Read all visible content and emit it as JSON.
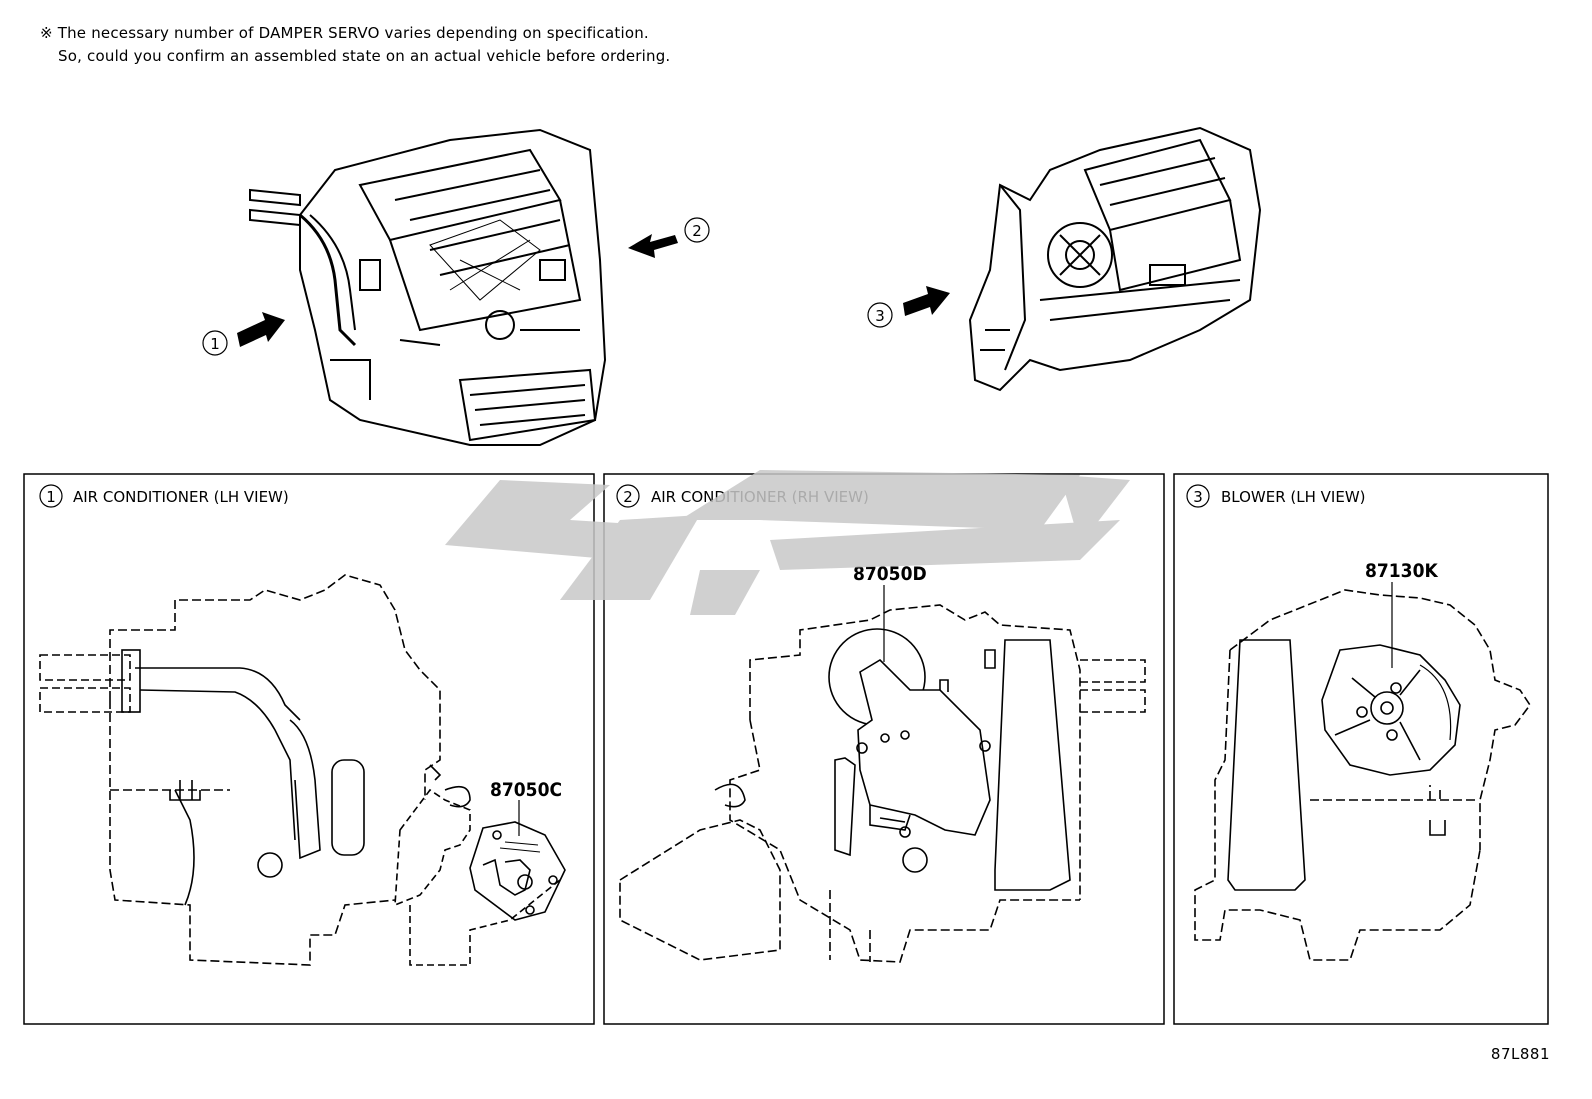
{
  "note": {
    "line1": "※ The necessary number of DAMPER SERVO varies depending on specification.",
    "line2": "So, could you confirm an assembled state on an actual vehicle before ordering."
  },
  "overview": {
    "callout_1": "1",
    "callout_2": "2",
    "callout_3": "3"
  },
  "panels": [
    {
      "num": "1",
      "title": "AIR CONDITIONER (LH VIEW)",
      "part": "87050C"
    },
    {
      "num": "2",
      "title": "AIR CONDITIONER (RH VIEW)",
      "part": "87050D"
    },
    {
      "num": "3",
      "title": "BLOWER (LH VIEW)",
      "part": "87130K"
    }
  ],
  "doc_id": "87L881",
  "watermark": {
    "color": "#c8c8c8"
  }
}
